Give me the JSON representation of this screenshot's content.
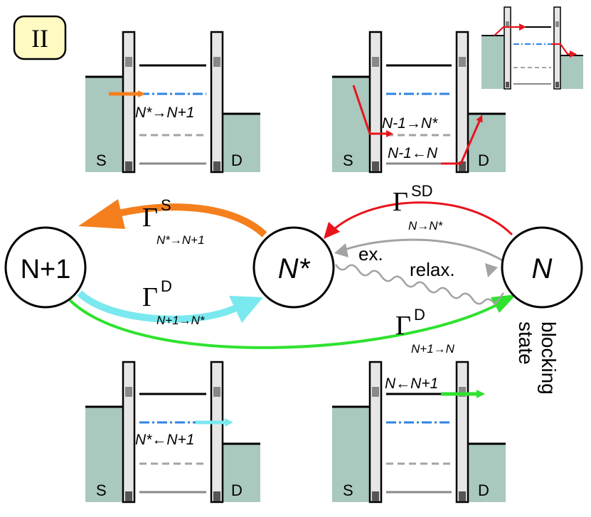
{
  "panel_label": "II",
  "panels": {
    "top_left": {
      "source": "S",
      "drain": "D",
      "transition": "N*→N+1"
    },
    "top_right": {
      "source": "S",
      "drain": "D",
      "transition_1": "N-1→N*",
      "transition_2": "N-1←N"
    },
    "bottom_left": {
      "source": "S",
      "drain": "D",
      "transition": "N*←N+1"
    },
    "bottom_right": {
      "source": "S",
      "drain": "D",
      "transition": "N←N+1"
    }
  },
  "states": {
    "n_plus_1": "N+1",
    "n_star": "N*",
    "n": "N"
  },
  "rates": {
    "gamma": "Γ",
    "s": {
      "sup": "S",
      "sub": "N*→N+1"
    },
    "sd": {
      "sup": "SD",
      "sub": "N→N*"
    },
    "d1": {
      "sup": "D",
      "sub": "N+1→N*"
    },
    "d2": {
      "sup": "D",
      "sub": "N+1→N"
    }
  },
  "labels": {
    "excitation": "ex.",
    "relaxation": "relax.",
    "blocking_state": "blocking state"
  },
  "colors": {
    "lead": "#a9c8be",
    "panel_bg": "#fff9c2",
    "orange": "#f47f1c",
    "cyan": "#7ae9ef",
    "green": "#2ee22e",
    "red": "#e8141c",
    "gray": "#a3a3a3",
    "blue_level": "#2f84e0"
  }
}
